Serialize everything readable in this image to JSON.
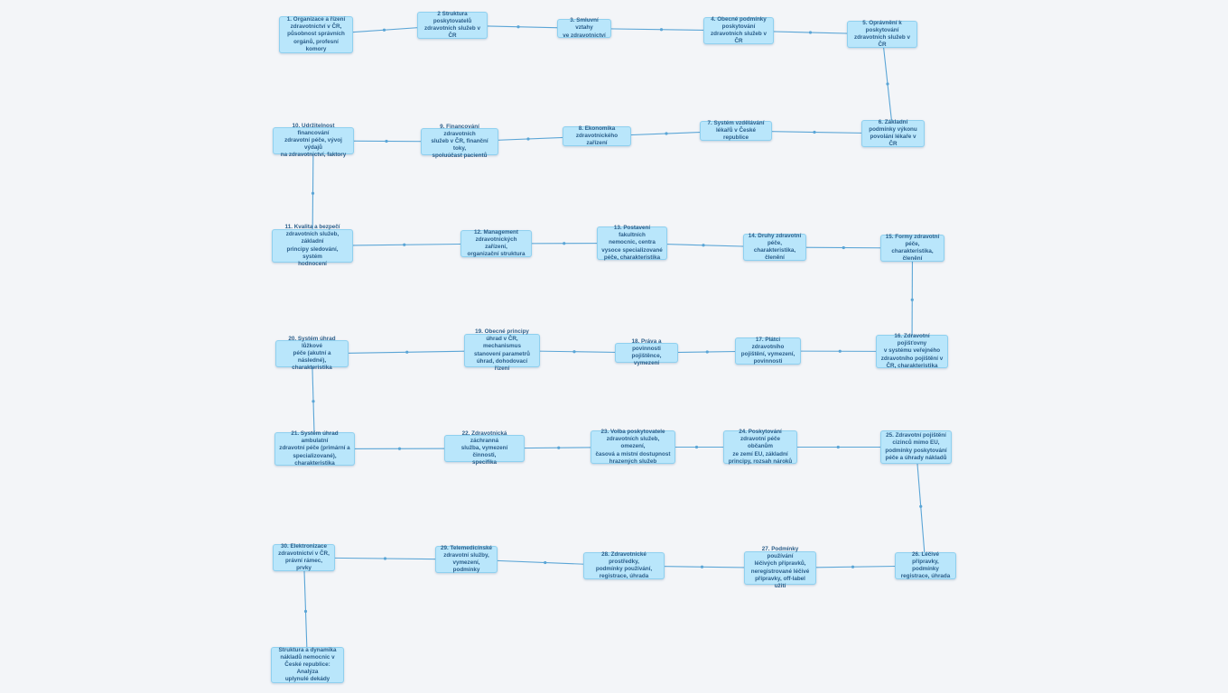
{
  "colors": {
    "background": "#f3f5f8",
    "node_fill": "#b9e6fb",
    "node_border": "#8fd0ef",
    "node_text": "#2b5e8a",
    "connector": "#5aa5d6"
  },
  "nodes": [
    {
      "id": "n1",
      "text": "1. Organizace a řízení\nzdravotnictví v ČR,\npůsobnost správních\norgánů, profesní komory"
    },
    {
      "id": "n2",
      "text": "2 Struktura\nposkytovatelů\nzdravotních služeb v ČR"
    },
    {
      "id": "n3",
      "text": "3. Smluvní vztahy\nve zdravotnictví"
    },
    {
      "id": "n4",
      "text": "4. Obecné podmínky\nposkytování\nzdravotních služeb v ČR"
    },
    {
      "id": "n5",
      "text": "5. Oprávnění k\nposkytování\nzdravotních služeb v ČR"
    },
    {
      "id": "n6",
      "text": "6. Základní\npodmínky výkonu\npovolání lékaře v ČR"
    },
    {
      "id": "n7",
      "text": "7. Systém vzdělávání\nlékařů v České republice"
    },
    {
      "id": "n8",
      "text": "8. Ekonomika\nzdravotnického zařízení"
    },
    {
      "id": "n9",
      "text": "9. Financování zdravotních\nslužeb v ČR, finanční toky,\nspoluúčast pacientů"
    },
    {
      "id": "n10",
      "text": "10. Udržitelnost financování\nzdravotní péče, vývoj výdajů\nna zdravotnictví, faktory"
    },
    {
      "id": "n11",
      "text": "11. Kvalita a bezpečí\nzdravotních služeb, základní\nprincipy sledování, systém\nhodnocení"
    },
    {
      "id": "n12",
      "text": "12. Management\nzdravotnických zařízení,\norganizační struktura"
    },
    {
      "id": "n13",
      "text": "13. Postavení fakultních\nnemocnic, centra\nvysoce specializované\npéče, charakteristika"
    },
    {
      "id": "n14",
      "text": "14. Druhy zdravotní\npéče, charakteristika,\nčlenění"
    },
    {
      "id": "n15",
      "text": "15. Formy zdravotní\npéče, charakteristika,\nčlenění"
    },
    {
      "id": "n16",
      "text": "16. Zdravotní pojišťovny\nv systému veřejného\nzdravotního pojištění v\nČR, charakteristika"
    },
    {
      "id": "n17",
      "text": "17. Plátci zdravotního\npojištění, vymezení,\npovinnosti"
    },
    {
      "id": "n18",
      "text": "18. Práva a povinnosti\npojištěnce, vymezení"
    },
    {
      "id": "n19",
      "text": "19. Obecné principy\núhrad v ČR, mechanismus\nstanovení parametrů\núhrad, dohodovací řízení"
    },
    {
      "id": "n20",
      "text": "20. Systém úhrad lůžkové\npéče (akutní a následné),\ncharakteristika"
    },
    {
      "id": "n21",
      "text": "21. Systém úhrad ambulatní\nzdravotní péče (primární a\nspecializované),\ncharakteristika"
    },
    {
      "id": "n22",
      "text": "22. Zdravotnická záchranná\nslužba, vymezení činnosti,\nspecifika"
    },
    {
      "id": "n23",
      "text": "23. Volba poskytovatele\nzdravotních služeb, omezení,\nčasová a místní dostupnost\nhrazených služeb"
    },
    {
      "id": "n24",
      "text": "24. Poskytování\nzdravotní péče občanům\nze zemí EU, základní\nprincipy, rozsah nároků"
    },
    {
      "id": "n25",
      "text": "25. Zdravotní pojištění\ncizinců mimo EU,\npodmínky poskytování\npéče a úhrady nákladů"
    },
    {
      "id": "n26",
      "text": "26. Léčivé přípravky,\npodmínky\nregistrace, úhrada"
    },
    {
      "id": "n27",
      "text": "27. Podmínky používání\nléčivých přípravků,\nneregistrované léčivé\npřípravky, off-label užití"
    },
    {
      "id": "n28",
      "text": "28. Zdravotnické prostředky,\npodmínky používání,\nregistrace, úhrada"
    },
    {
      "id": "n29",
      "text": "29. Telemedicínské\nzdravotní služby,\nvymezení, podmínky"
    },
    {
      "id": "n30",
      "text": "30. Elektronizace\nzdravotnictví v ČR,\nprávní rámec, prvky"
    },
    {
      "id": "n31",
      "text": "Struktura a dynamika\nnákladů nemocnic v\nČeské republice: Analýza\nuplynulé dekády"
    }
  ],
  "edges": [
    [
      "n1",
      "n2"
    ],
    [
      "n2",
      "n3"
    ],
    [
      "n3",
      "n4"
    ],
    [
      "n4",
      "n5"
    ],
    [
      "n5",
      "n6"
    ],
    [
      "n6",
      "n7"
    ],
    [
      "n7",
      "n8"
    ],
    [
      "n8",
      "n9"
    ],
    [
      "n9",
      "n10"
    ],
    [
      "n10",
      "n11"
    ],
    [
      "n11",
      "n12"
    ],
    [
      "n12",
      "n13"
    ],
    [
      "n13",
      "n14"
    ],
    [
      "n14",
      "n15"
    ],
    [
      "n15",
      "n16"
    ],
    [
      "n16",
      "n17"
    ],
    [
      "n17",
      "n18"
    ],
    [
      "n18",
      "n19"
    ],
    [
      "n19",
      "n20"
    ],
    [
      "n20",
      "n21"
    ],
    [
      "n21",
      "n22"
    ],
    [
      "n22",
      "n23"
    ],
    [
      "n23",
      "n24"
    ],
    [
      "n24",
      "n25"
    ],
    [
      "n25",
      "n26"
    ],
    [
      "n26",
      "n27"
    ],
    [
      "n27",
      "n28"
    ],
    [
      "n28",
      "n29"
    ],
    [
      "n29",
      "n30"
    ],
    [
      "n30",
      "n31"
    ]
  ]
}
